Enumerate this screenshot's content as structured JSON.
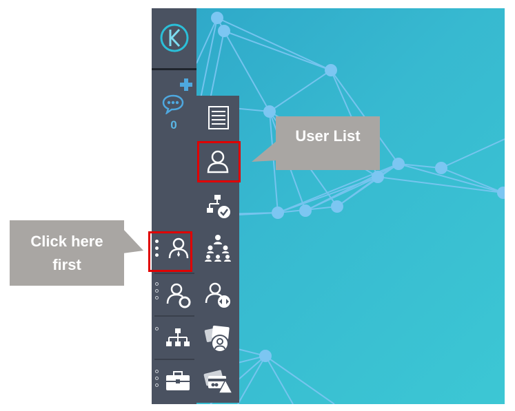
{
  "sidebar": {
    "logo": {
      "icon": "k-logo-icon",
      "color": "#2bbfd8"
    },
    "new_chat": {
      "icon": "plus-icon",
      "color": "#4ea8df"
    },
    "chat": {
      "icon": "chat-bubble-icon",
      "count": "0",
      "color": "#4ea8df"
    },
    "items": [
      {
        "name": "users-menu",
        "icon": "user-tie-icon",
        "dots": "filled"
      },
      {
        "name": "user-settings-menu",
        "icon": "user-gear-icon",
        "dots": "hollow"
      },
      {
        "name": "org-chart-menu",
        "icon": "org-chart-icon",
        "dots": "hollow"
      },
      {
        "name": "portfolio-menu",
        "icon": "briefcase-icon",
        "dots": "hollow"
      }
    ]
  },
  "flyout": {
    "items": [
      {
        "name": "list-view",
        "icon": "list-view-icon"
      },
      {
        "name": "user-list",
        "icon": "user-icon"
      },
      {
        "name": "workflow-approval",
        "icon": "workflow-check-icon"
      },
      {
        "name": "hierarchy",
        "icon": "team-hierarchy-icon"
      },
      {
        "name": "user-transfer",
        "icon": "user-transfer-icon"
      },
      {
        "name": "id-cards",
        "icon": "id-cards-icon"
      },
      {
        "name": "cards-warning",
        "icon": "cards-warning-icon"
      }
    ]
  },
  "callouts": {
    "user_list": "User List",
    "click_here_line1": "Click here",
    "click_here_line2": "first"
  },
  "colors": {
    "sidebar": "#4a5261",
    "highlight": "#e00000",
    "callout": "#a9a6a3",
    "accent": "#4ea8df",
    "network": "#7cc6f2"
  }
}
